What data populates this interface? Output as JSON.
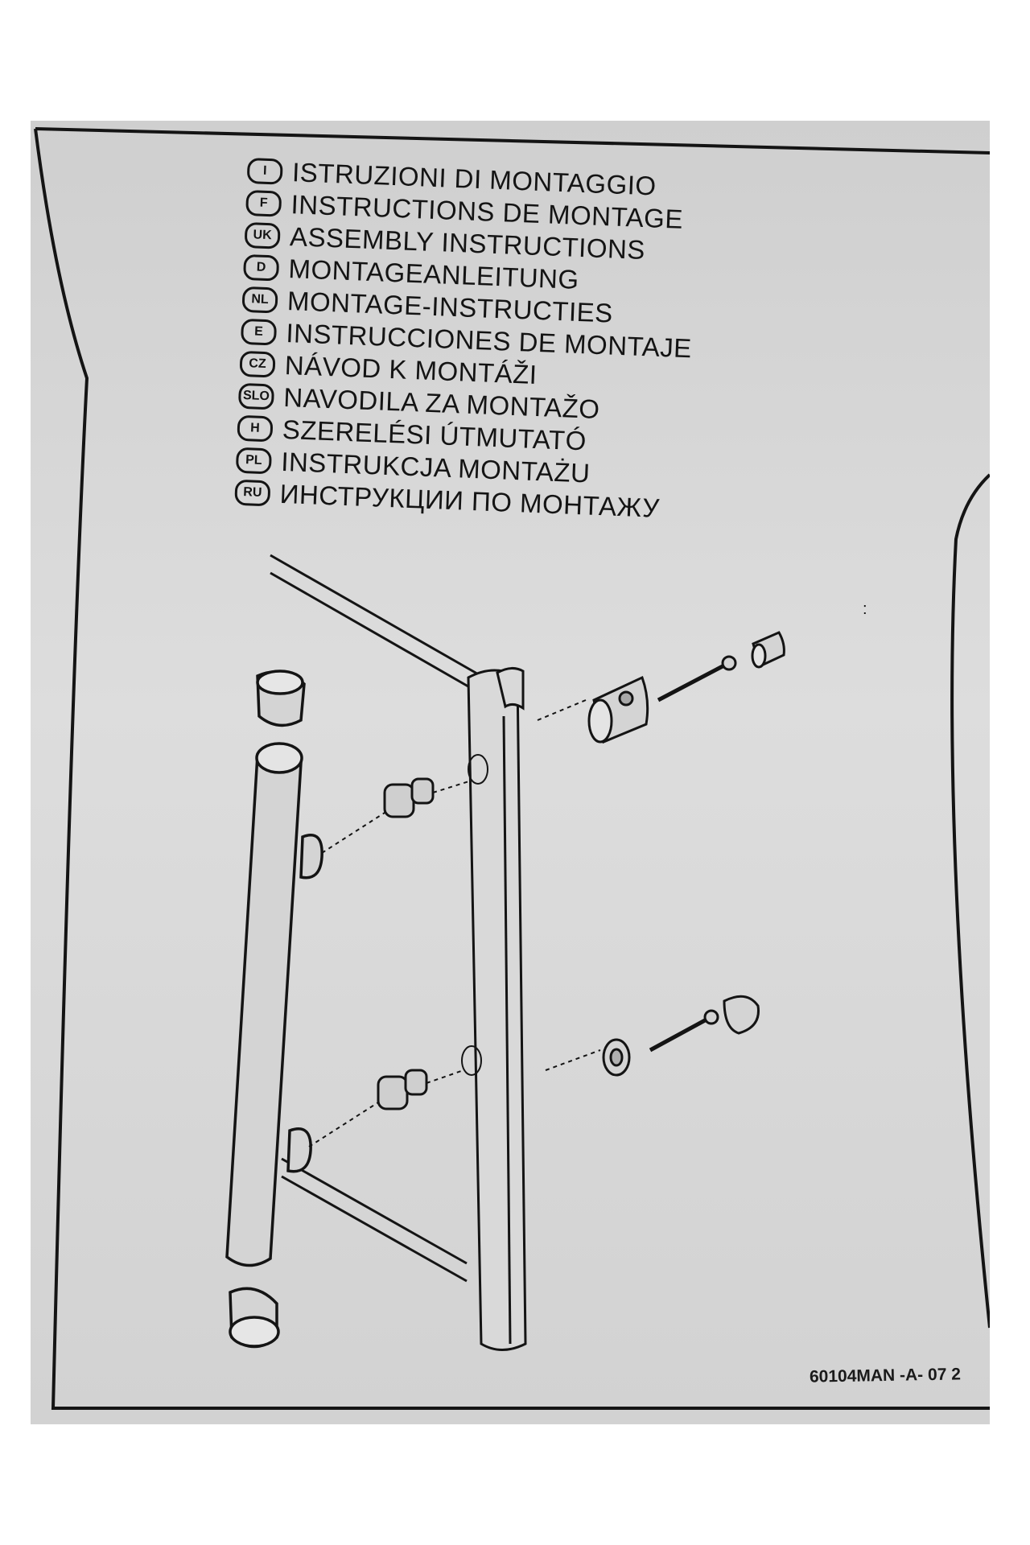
{
  "languages": [
    {
      "code": "I",
      "text": "ISTRUZIONI DI MONTAGGIO"
    },
    {
      "code": "F",
      "text": "INSTRUCTIONS DE MONTAGE"
    },
    {
      "code": "UK",
      "text": "ASSEMBLY INSTRUCTIONS"
    },
    {
      "code": "D",
      "text": "MONTAGEANLEITUNG"
    },
    {
      "code": "NL",
      "text": "MONTAGE-INSTRUCTIES"
    },
    {
      "code": "E",
      "text": "INSTRUCCIONES DE MONTAJE"
    },
    {
      "code": "CZ",
      "text": "NÁVOD K MONTÁŽI"
    },
    {
      "code": "SLO",
      "text": "NAVODILA ZA MONTAŽO"
    },
    {
      "code": "H",
      "text": "SZERELÉSI ÚTMUTATÓ"
    },
    {
      "code": "PL",
      "text": "INSTRUKCJA MONTAŻU"
    },
    {
      "code": "RU",
      "text": "ИНСТРУКЦИИ ПО МОНТАЖУ"
    }
  ],
  "footer": {
    "part_code": "60104MAN -A- 07 2"
  },
  "colors": {
    "paper": "#d6d6d6",
    "ink": "#141414",
    "background": "#ffffff"
  }
}
